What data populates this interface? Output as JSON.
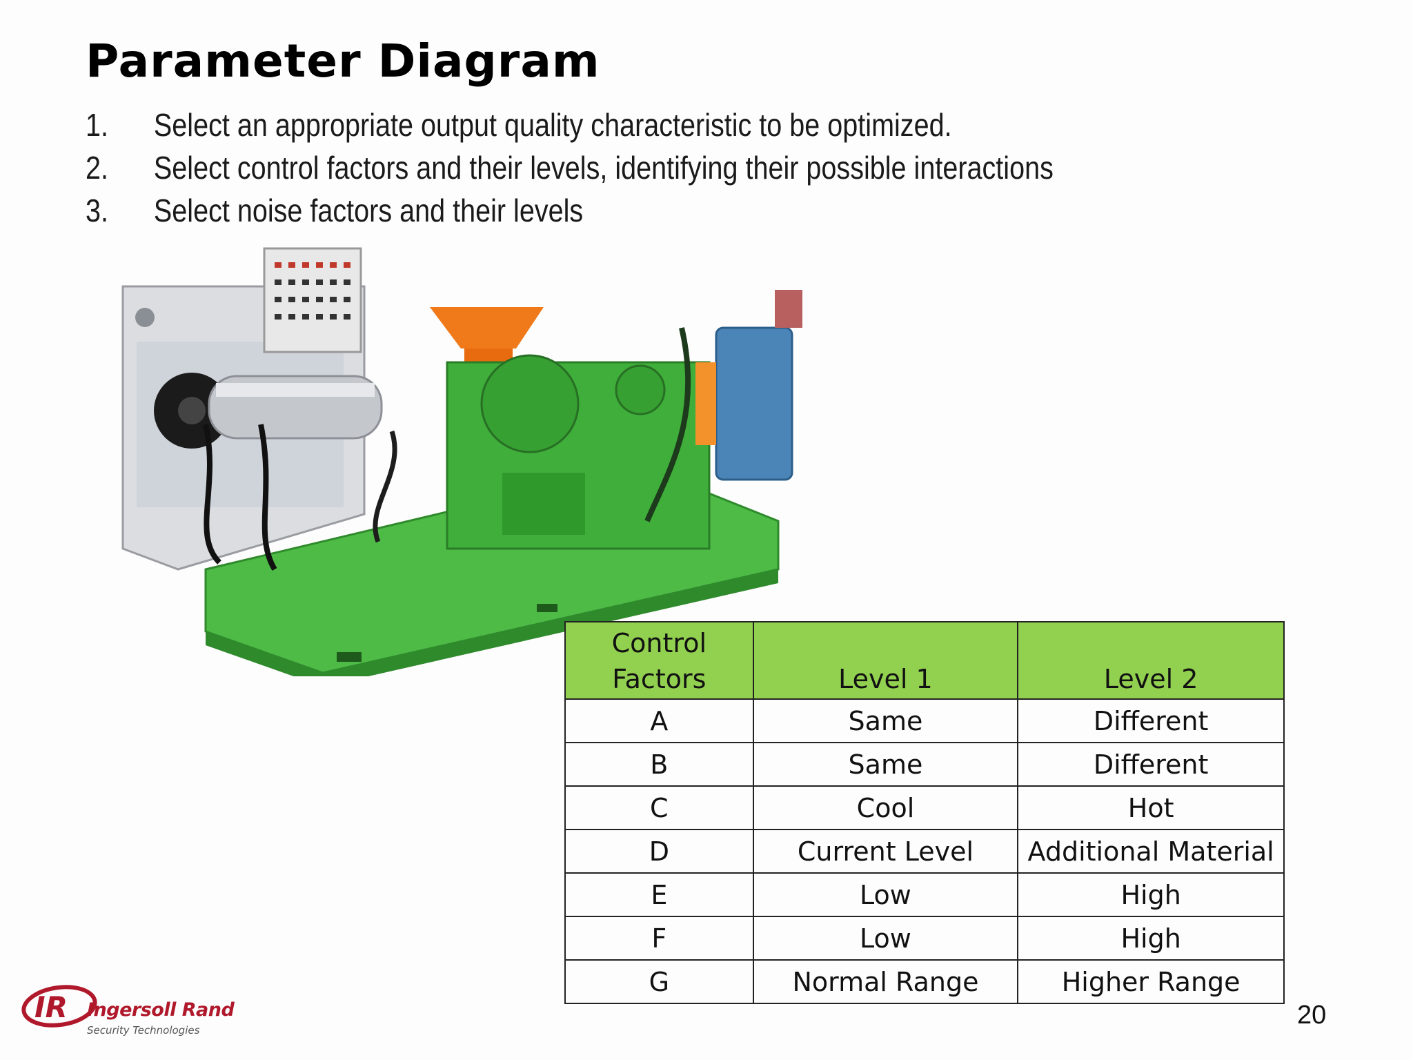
{
  "slide": {
    "title": "Parameter Diagram",
    "steps": [
      {
        "num": "1.",
        "text": "Select an appropriate output quality characteristic to be optimized."
      },
      {
        "num": "2.",
        "text": "Select control factors and their levels, identifying their possible interactions"
      },
      {
        "num": "3.",
        "text": "Select noise factors and their levels"
      }
    ],
    "page_number": "20"
  },
  "table": {
    "headers": [
      "Control\nFactors",
      "Level 1",
      "Level 2"
    ],
    "header_line1": "Control",
    "header_line2": "Factors",
    "level1": "Level 1",
    "level2": "Level 2",
    "rows": [
      [
        "A",
        "Same",
        "Different"
      ],
      [
        "B",
        "Same",
        "Different"
      ],
      [
        "C",
        "Cool",
        "Hot"
      ],
      [
        "D",
        "Current Level",
        "Additional Material"
      ],
      [
        "E",
        "Low",
        "High"
      ],
      [
        "F",
        "Low",
        "High"
      ],
      [
        "G",
        "Normal Range",
        "Higher Range"
      ]
    ]
  },
  "logo": {
    "mark": "IR",
    "name": "Ingersoll Rand",
    "subtitle": "Security Technologies",
    "color": "#b0192b"
  },
  "colors": {
    "table_header": "#92d050",
    "machine_green": "#3fae3a"
  }
}
